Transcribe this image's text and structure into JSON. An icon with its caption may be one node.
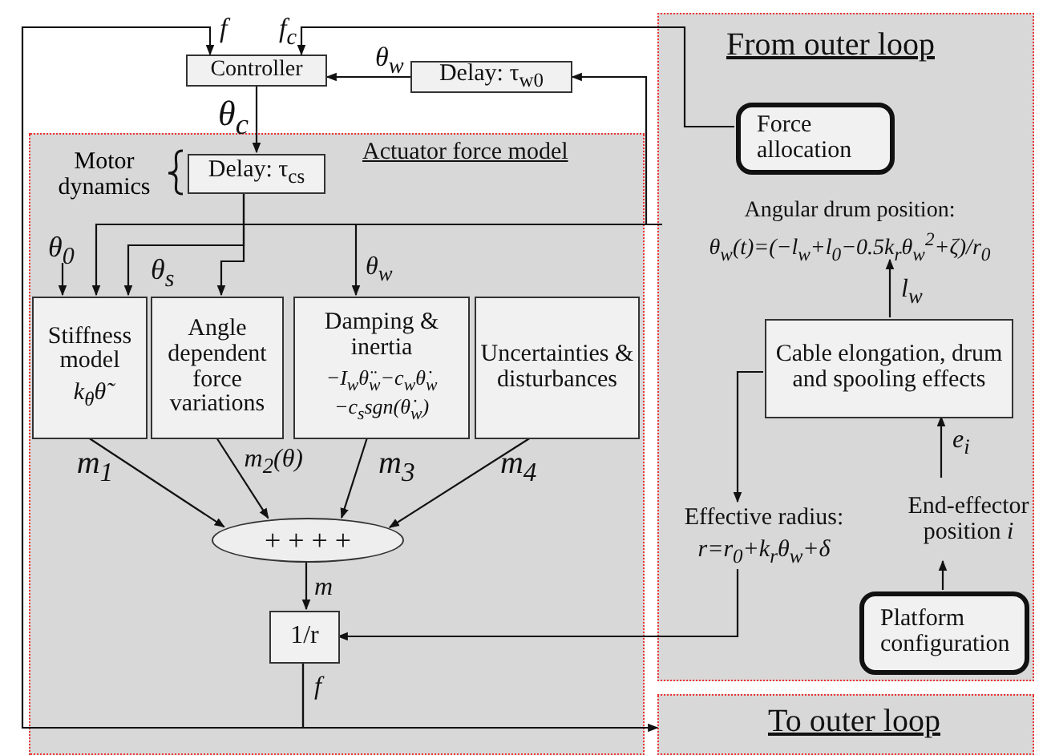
{
  "diagram": {
    "nodes": [
      {
        "text": [
          "Actuator force model"
        ]
      },
      {
        "text": [
          "From outer loop"
        ]
      },
      {
        "text": [
          "To outer loop"
        ]
      },
      {
        "text": [
          "Controller"
        ]
      },
      {
        "text": [
          "Delay: τ$_{w0}$"
        ]
      },
      {
        "text": [
          "Delay: τ$_{cs}$"
        ],
        "in": 0,
        "beside": [
          "Motor dynamics"
        ]
      },
      {
        "text": [
          "Stiffness model",
          "k$_{θ}$θ̃"
        ],
        "in": 0
      },
      {
        "text": [
          "Angle dependent force variations"
        ],
        "in": 0
      },
      {
        "text": [
          "Damping & inertia",
          "−I$_{w}$θ̈$_{w}$−c$_{w}$θ̇$_{w}$ −c$_{s}$sgn(θ̇$_{w}$)"
        ],
        "in": 0
      },
      {
        "text": [
          "Uncertainties & disturbances"
        ],
        "in": 0
      },
      {
        "text": [
          "+ + + +"
        ],
        "in": 0
      },
      {
        "text": [
          "1/r"
        ],
        "in": 0
      },
      {
        "text": [
          "Force allocation"
        ],
        "in": 1
      },
      {
        "text": [
          "Angular drum position:",
          "θ$_{w}$(t)=(−l$_{w}$+l$_{0}$−0.5k$_{r}$θ$_{w}$$^{2}$+ζ)/r$_{0}$"
        ],
        "in": 1
      },
      {
        "text": [
          "Cable elongation, drum and spooling effects"
        ],
        "in": 1
      },
      {
        "text": [
          "Effective radius:",
          "r=r$_{0}$+k$_{r}$θ$_{w}$+δ"
        ],
        "in": 1
      },
      {
        "text": [
          "End-effector position *i*"
        ],
        "in": 1
      },
      {
        "text": [
          "Platform configuration"
        ],
        "in": 1
      }
    ],
    "edges": [
      {
        "from": 4,
        "to": 3,
        "arrow": "to",
        "label": "θ$_{w}$"
      },
      {
        "from": 3,
        "to": 5,
        "arrow": "to",
        "label": "θ$_{c}$"
      },
      {
        "from": 12,
        "to": 3,
        "arrow": "to",
        "label": "f$_{c}$"
      },
      {
        "from": 13,
        "to": 4,
        "arrow": "to"
      },
      {
        "from": 13,
        "to": 6,
        "arrow": "to"
      },
      {
        "from": 13,
        "to": 8,
        "arrow": "to",
        "label": "θ$_{w}$"
      },
      {
        "from": null,
        "to": 6,
        "arrow": "to",
        "label": "θ$_{0}$"
      },
      {
        "from": 5,
        "to": 6,
        "arrow": "to",
        "label": "θ$_{s}$"
      },
      {
        "from": 5,
        "to": 7,
        "arrow": "to"
      },
      {
        "from": 6,
        "to": 10,
        "arrow": "to",
        "label": "m$_{1}$"
      },
      {
        "from": 7,
        "to": 10,
        "arrow": "to",
        "label": "m$_{2}$(θ)"
      },
      {
        "from": 8,
        "to": 10,
        "arrow": "to",
        "label": "m$_{3}$"
      },
      {
        "from": 9,
        "to": 10,
        "arrow": "to",
        "label": "m$_{4}$"
      },
      {
        "from": 10,
        "to": 11,
        "arrow": "to",
        "label": "m"
      },
      {
        "from": 15,
        "to": 11,
        "arrow": "to"
      },
      {
        "from": 14,
        "to": 15,
        "arrow": "to"
      },
      {
        "from": 14,
        "to": 13,
        "arrow": "to",
        "label": "l$_{w}$"
      },
      {
        "from": 16,
        "to": 14,
        "arrow": "to",
        "label": "e$_{i}$"
      },
      {
        "from": 17,
        "to": 16,
        "arrow": "to"
      },
      {
        "from": 11,
        "to": 2,
        "arrow": "to",
        "label": "f"
      },
      {
        "from": 11,
        "to": 3,
        "arrow": "to",
        "label": "f"
      }
    ]
  }
}
